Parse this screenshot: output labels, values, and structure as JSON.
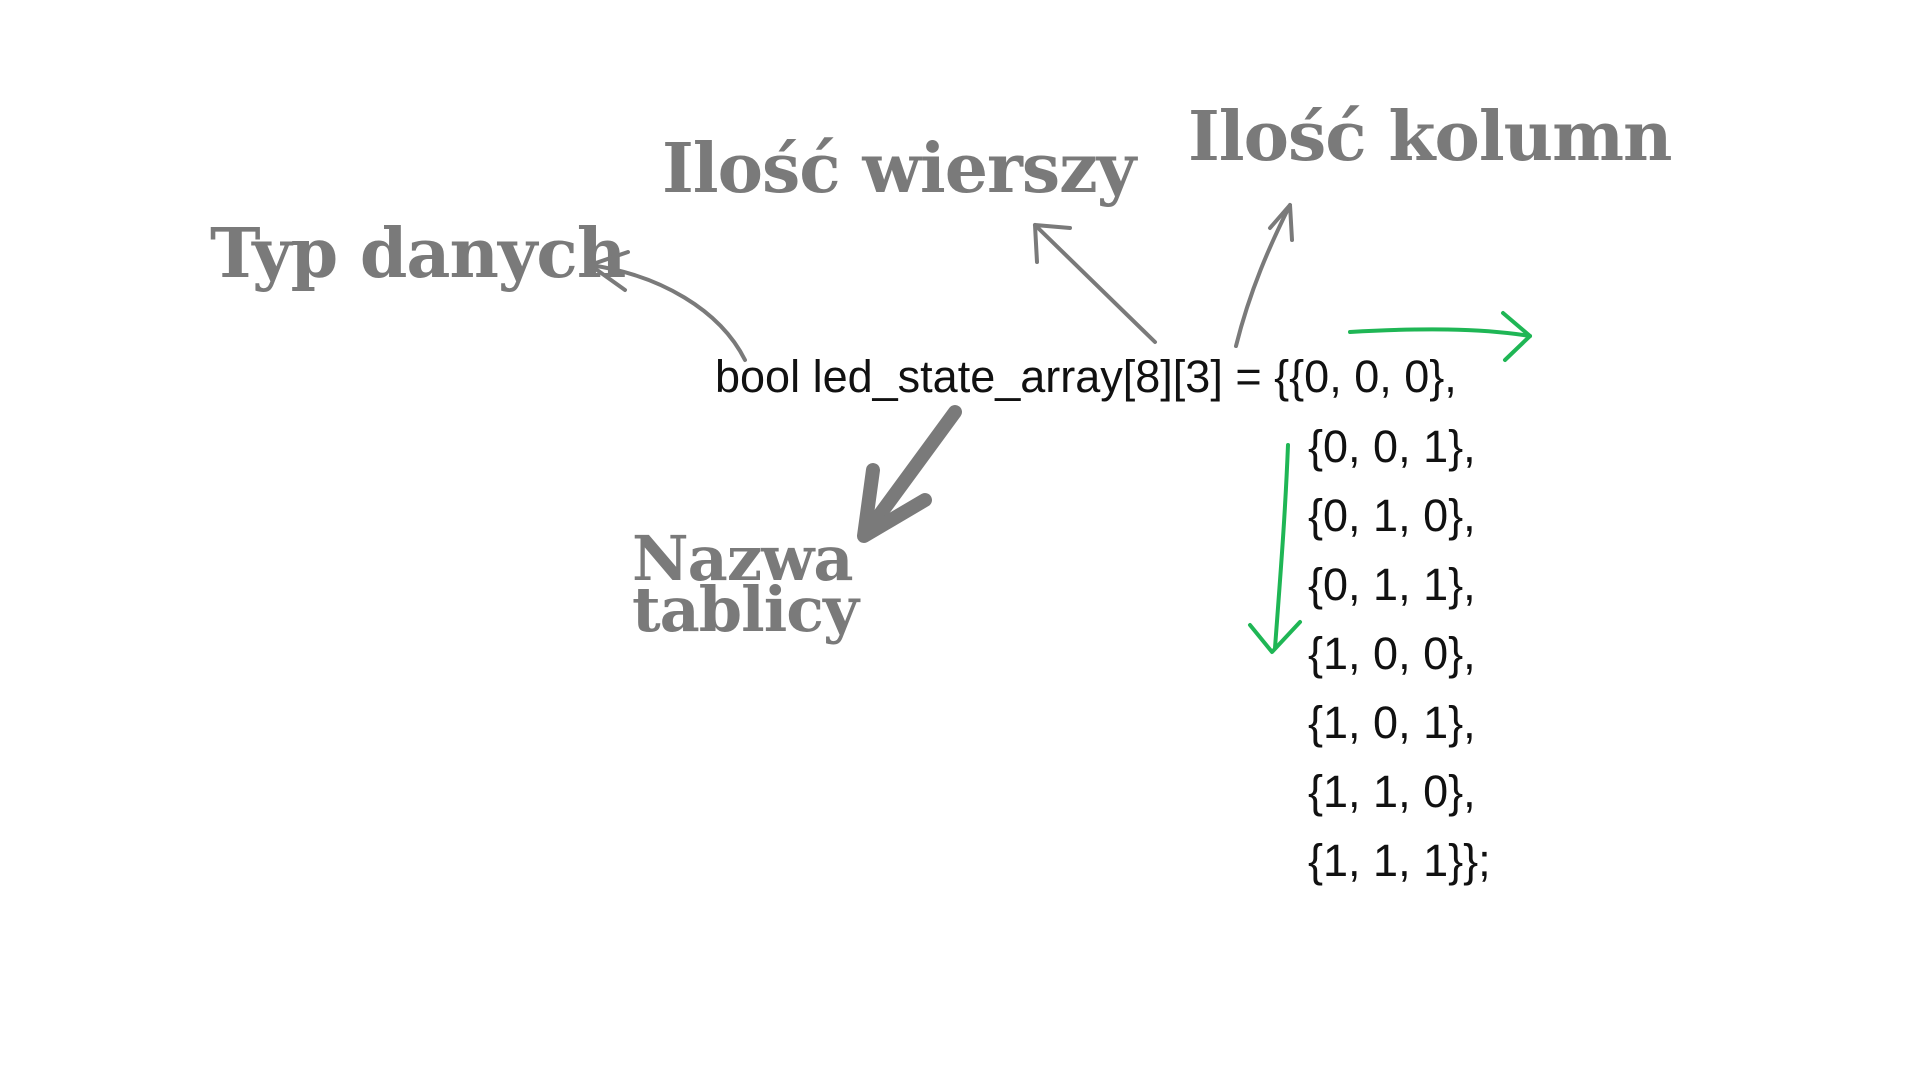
{
  "labels": {
    "data_type": "Typ danych",
    "rows_count": "Ilość wierszy",
    "columns_count": "Ilość kolumn",
    "array_name_line1": "Nazwa",
    "array_name_line2": "tablicy"
  },
  "code": {
    "declaration": "bool led_state_array[8][3] = {{0, 0, 0},",
    "rows": [
      "{0, 0, 1},",
      "{0, 1, 0},",
      "{0, 1, 1},",
      "{1, 0, 0},",
      "{1, 0, 1},",
      "{1, 1, 0},",
      "{1, 1, 1}};"
    ]
  },
  "colors": {
    "label": "#7a7a7a",
    "code": "#111111",
    "annotation_arrow": "#7a7a7a",
    "direction_arrow": "#1fb655"
  }
}
